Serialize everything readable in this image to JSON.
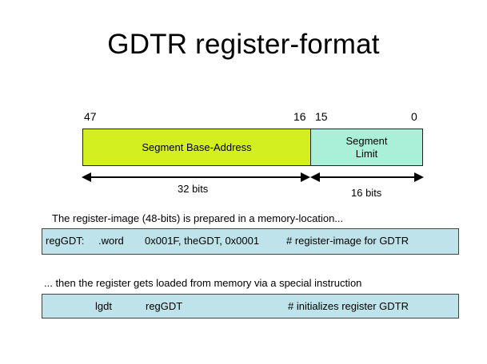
{
  "title": "GDTR register-format",
  "register": {
    "bit_labels": {
      "high": "47",
      "split_left": "16",
      "split_right": "15",
      "low": "0"
    },
    "fields": {
      "base_label": "Segment Base-Address",
      "limit_label_line1": "Segment",
      "limit_label_line2": "Limit"
    },
    "widths": {
      "base": "32 bits",
      "limit": "16 bits"
    },
    "colors": {
      "base": "#d4ef1f",
      "limit": "#aaf0d8",
      "code_box": "#bfe3ea"
    }
  },
  "note1": "The register-image (48-bits) is prepared in a memory-location...",
  "code1": {
    "label": "regGDT:",
    "directive": ".word",
    "operands": "0x001F, theGDT, 0x0001",
    "comment": "# register-image for GDTR"
  },
  "note2": "... then the register gets loaded from memory via a special instruction",
  "code2": {
    "instruction": "lgdt",
    "operand": "regGDT",
    "comment": "# initializes register GDTR"
  }
}
